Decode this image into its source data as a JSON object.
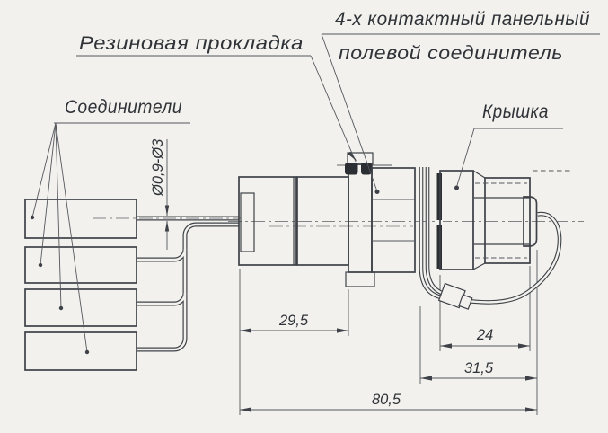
{
  "labels": {
    "connectors": "Соединители",
    "rubber_gasket": "Резиновая прокладка",
    "panel_connector_line1": "4-х контактный панельный",
    "panel_connector_line2": "полевой соединитель",
    "cap": "Крышка"
  },
  "dimensions": {
    "wire_diameter": "Ø0,9-Ø3",
    "rear_length": "29,5",
    "hex_width": "24",
    "cap_length": "31,5",
    "overall_length": "80,5"
  },
  "colors": {
    "line": "#3e4248",
    "paper": "#f2f1ed",
    "section_fill": "#2b2e33"
  }
}
